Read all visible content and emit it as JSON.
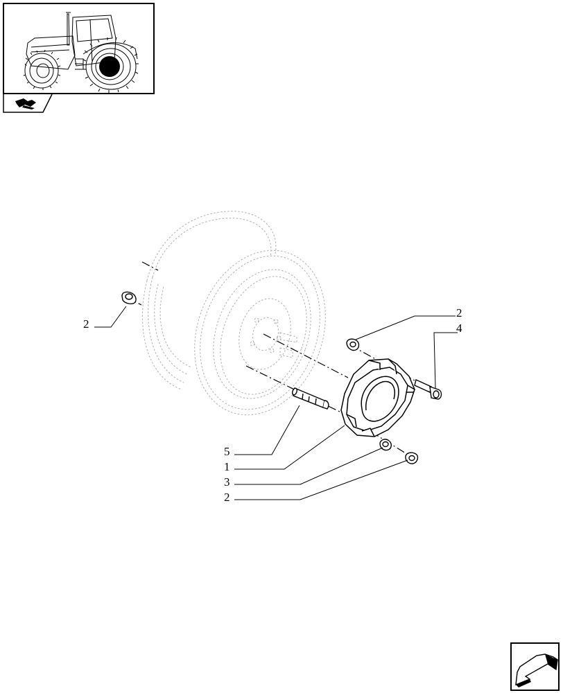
{
  "thumbnail": {
    "icon": "tractor-rear-wheel-highlight",
    "tab_icon": "book-wheel-icon"
  },
  "callouts": [
    {
      "id": "c2a",
      "label": "2"
    },
    {
      "id": "c2b",
      "label": "2"
    },
    {
      "id": "c4",
      "label": "4"
    },
    {
      "id": "c5",
      "label": "5"
    },
    {
      "id": "c1",
      "label": "1"
    },
    {
      "id": "c3",
      "label": "3"
    },
    {
      "id": "c2c",
      "label": "2"
    }
  ],
  "nav": {
    "next_icon": "next-page-arrow-icon"
  }
}
